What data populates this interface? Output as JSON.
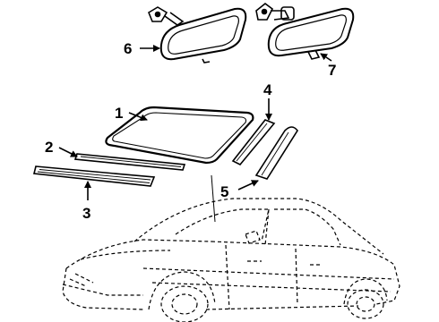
{
  "colors": {
    "ink": "#000000",
    "paper": "#ffffff"
  },
  "callouts": [
    {
      "id": "1",
      "label": "1"
    },
    {
      "id": "2",
      "label": "2"
    },
    {
      "id": "3",
      "label": "3"
    },
    {
      "id": "4",
      "label": "4"
    },
    {
      "id": "5",
      "label": "5"
    },
    {
      "id": "6",
      "label": "6"
    },
    {
      "id": "7",
      "label": "7"
    }
  ]
}
